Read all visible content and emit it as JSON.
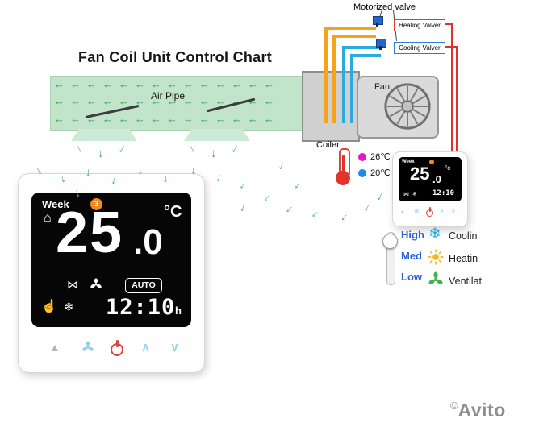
{
  "title": "Fan Coil Unit Control Chart",
  "decor": {
    "pipe_arrows": "←←←←←←←←←←←←←←",
    "flow_arrow": "↓"
  },
  "pipe": {
    "label": "Air Pipe"
  },
  "unit": {
    "fan_label": "Fan",
    "coiler_label": "Coiler"
  },
  "valves": {
    "motorized_label": "Motorized valve",
    "heating_label": "Heating Valver",
    "cooling_label": "Cooling Valver"
  },
  "temps": {
    "high": "26℃",
    "low": "20℃"
  },
  "big_thermostat": {
    "week": "Week",
    "badge": "3",
    "temp_int": "25",
    "temp_dec": ".0",
    "temp_unit": "°C",
    "auto": "AUTO",
    "time": "12:10",
    "time_unit": "h"
  },
  "small_thermostat": {
    "week": "Week",
    "temp_int": "25",
    "temp_dec": ".0",
    "temp_unit": "°c",
    "time": "12:10"
  },
  "speed": {
    "high": "High",
    "med": "Med",
    "low": "Low"
  },
  "modes": {
    "cooling": "Coolin",
    "heating": "Heatin",
    "ventilation": "Ventilat"
  },
  "watermark": {
    "symbol": "©",
    "text": "Avito"
  },
  "colors": {
    "pipe_green": "#c2e4cb",
    "arrow_green": "#2f9b54",
    "heat_orange": "#f6a21c",
    "cool_blue": "#29abe2",
    "wire_red": "#e03131",
    "temp_high_dot": "#e619c8",
    "temp_low_dot": "#1e8be8",
    "badge_orange": "#f08a1e"
  }
}
